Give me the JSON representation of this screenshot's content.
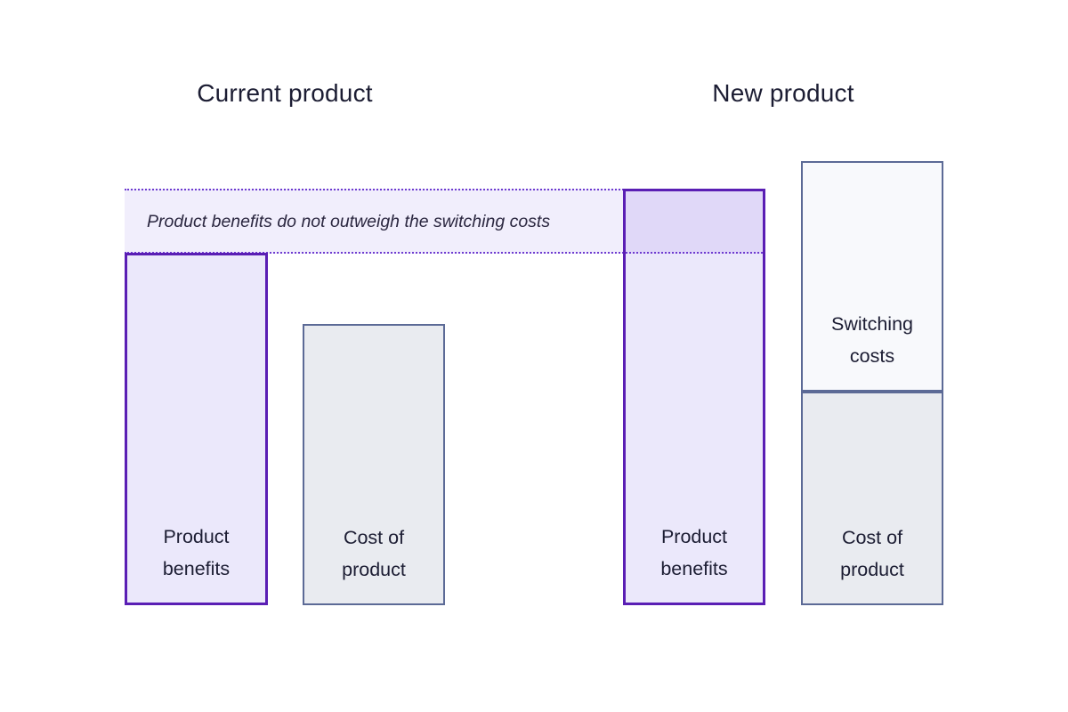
{
  "colors": {
    "page_bg": "#ffffff",
    "text": "#1C1D33",
    "annotation_text": "#2B2740",
    "purple_border": "#5A1EB4",
    "purple_fill": "#EBE8FB",
    "purple_fill_dark": "#E0D8F8",
    "band_fill": "#F1EEFC",
    "dotted_line": "#6E3BD0",
    "slate_border": "#5C6A96",
    "gray_fill": "#E9EBF0",
    "switching_fill": "#F8F9FC"
  },
  "headers": {
    "current": "Current product",
    "new": "New product"
  },
  "annotation": {
    "text": "Product benefits do not outweigh the switching costs"
  },
  "bars": {
    "current_benefits": {
      "lines": [
        "Product",
        "benefits"
      ]
    },
    "current_cost": {
      "lines": [
        "Cost of",
        "product"
      ]
    },
    "new_benefits": {
      "lines": [
        "Product",
        "benefits"
      ]
    },
    "switching_costs": {
      "lines": [
        "Switching",
        "costs"
      ]
    },
    "new_cost": {
      "lines": [
        "Cost of",
        "product"
      ]
    }
  }
}
